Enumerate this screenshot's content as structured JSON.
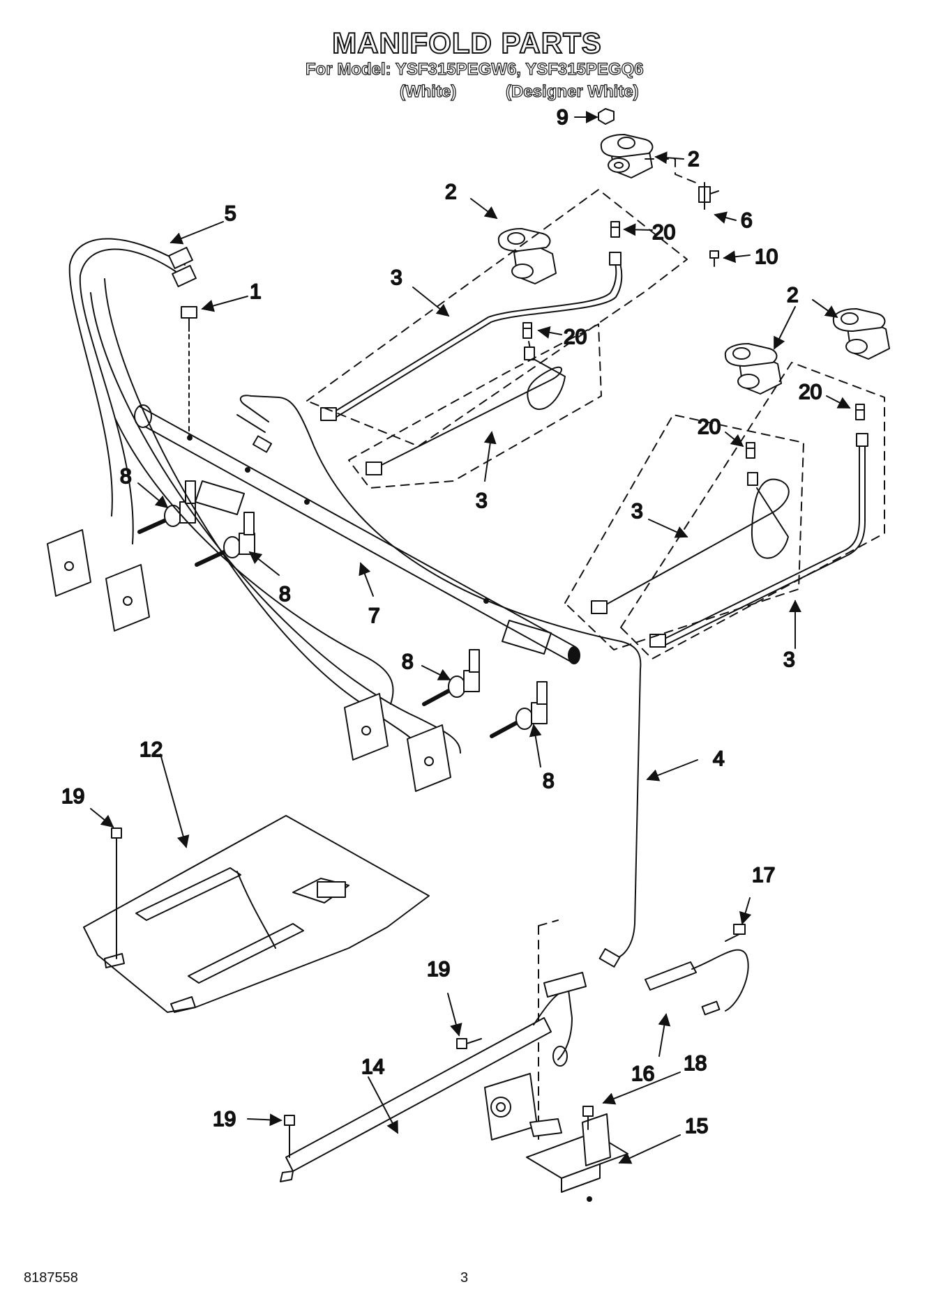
{
  "header": {
    "title": "MANIFOLD PARTS",
    "model_line": "For Model: YSF315PEGW6, YSF315PEGQ6",
    "variant_white": "(White)",
    "variant_designer": "(Designer White)"
  },
  "callouts": [
    "9",
    "2",
    "2",
    "6",
    "20",
    "10",
    "5",
    "1",
    "3",
    "20",
    "2",
    "2",
    "20",
    "20",
    "8",
    "8",
    "7",
    "3",
    "3",
    "3",
    "8",
    "8",
    "4",
    "12",
    "19",
    "17",
    "19",
    "16",
    "14",
    "18",
    "19",
    "15"
  ],
  "footer": {
    "part_number": "8187558",
    "page_number": "3"
  }
}
